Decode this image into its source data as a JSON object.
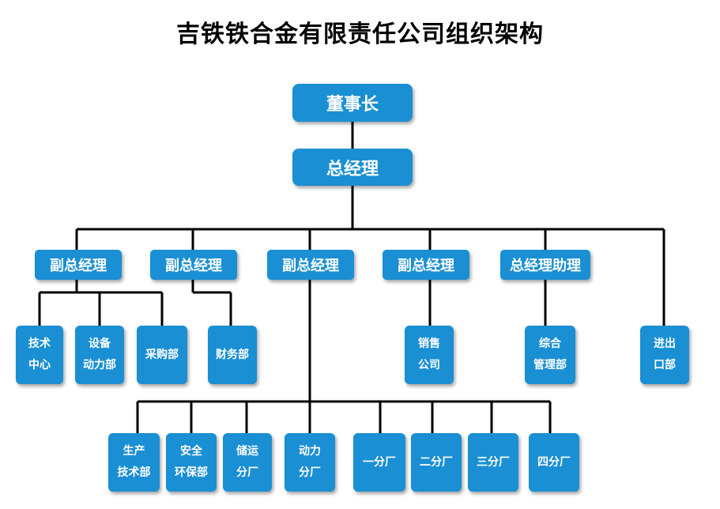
{
  "title": "吉铁铁合金有限责任公司组织架构",
  "chairman": "董事长",
  "gm": "总经理",
  "deputies": [
    "副总经理",
    "副总经理",
    "副总经理",
    "副总经理",
    "总经理助理"
  ],
  "departments": {
    "tech_center": "技术\n中心",
    "equipment": "设备\n动力部",
    "purchasing": "采购部",
    "finance": "财务部",
    "sales": "销售\n公司",
    "admin": "综合\n管理部",
    "import_export": "进出\n口部"
  },
  "factory_units": [
    "生产\n技术部",
    "安全\n环保部",
    "储运\n分厂",
    "动力\n分厂",
    "一分厂",
    "二分厂",
    "三分厂",
    "四分厂"
  ],
  "colors": {
    "box": "#1a8fd4",
    "line": "#000000"
  }
}
